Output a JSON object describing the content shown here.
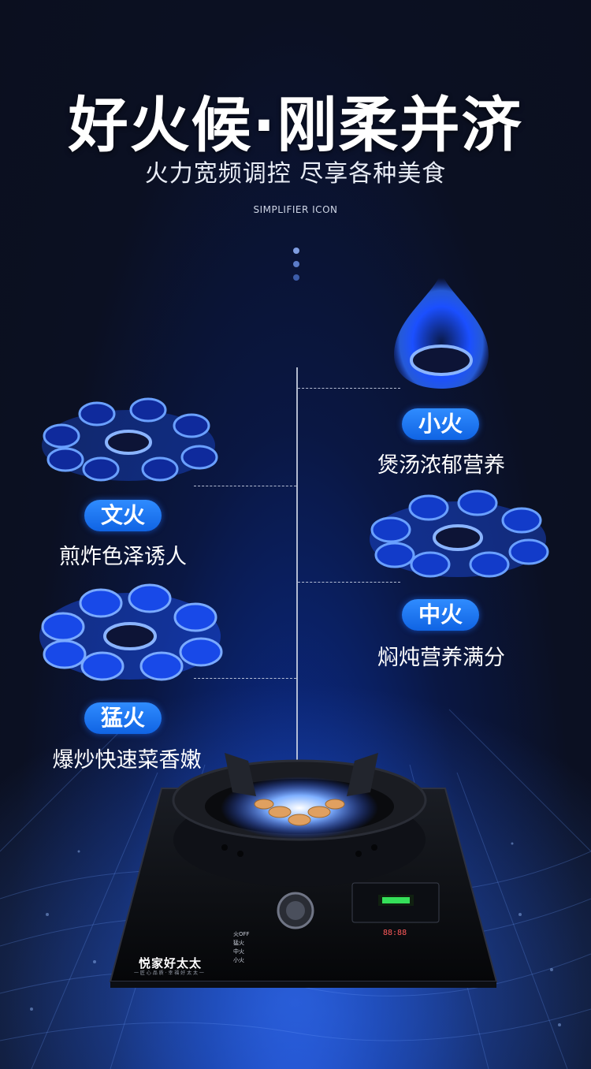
{
  "title": "好火候·刚柔并济",
  "subtitle": "火力宽频调控 尽享各种美食",
  "english_caption": "SIMPLIFIER ICON",
  "modes": [
    {
      "name": "小火",
      "description": "煲汤浓郁营养",
      "flame_icon": "single-ring-flame-icon"
    },
    {
      "name": "文火",
      "description": "煎炸色泽诱人",
      "flame_icon": "multi-ring-flame-icon"
    },
    {
      "name": "中火",
      "description": "焖炖营养满分",
      "flame_icon": "multi-ring-flame-icon"
    },
    {
      "name": "猛火",
      "description": "爆炒快速菜香嫩",
      "flame_icon": "multi-ring-flame-icon"
    }
  ],
  "stove": {
    "brand": "悦家好太太",
    "tagline": "一 匠 心 品 质 · 幸 福 好 太 太 一",
    "knob_labels": [
      "火OFF",
      "猛火",
      "中火",
      "小火"
    ],
    "display_digits": "88:88"
  },
  "colors": {
    "pill": "#1a74f0",
    "flame": "#1f5dff",
    "background": "#0b0f1f"
  }
}
